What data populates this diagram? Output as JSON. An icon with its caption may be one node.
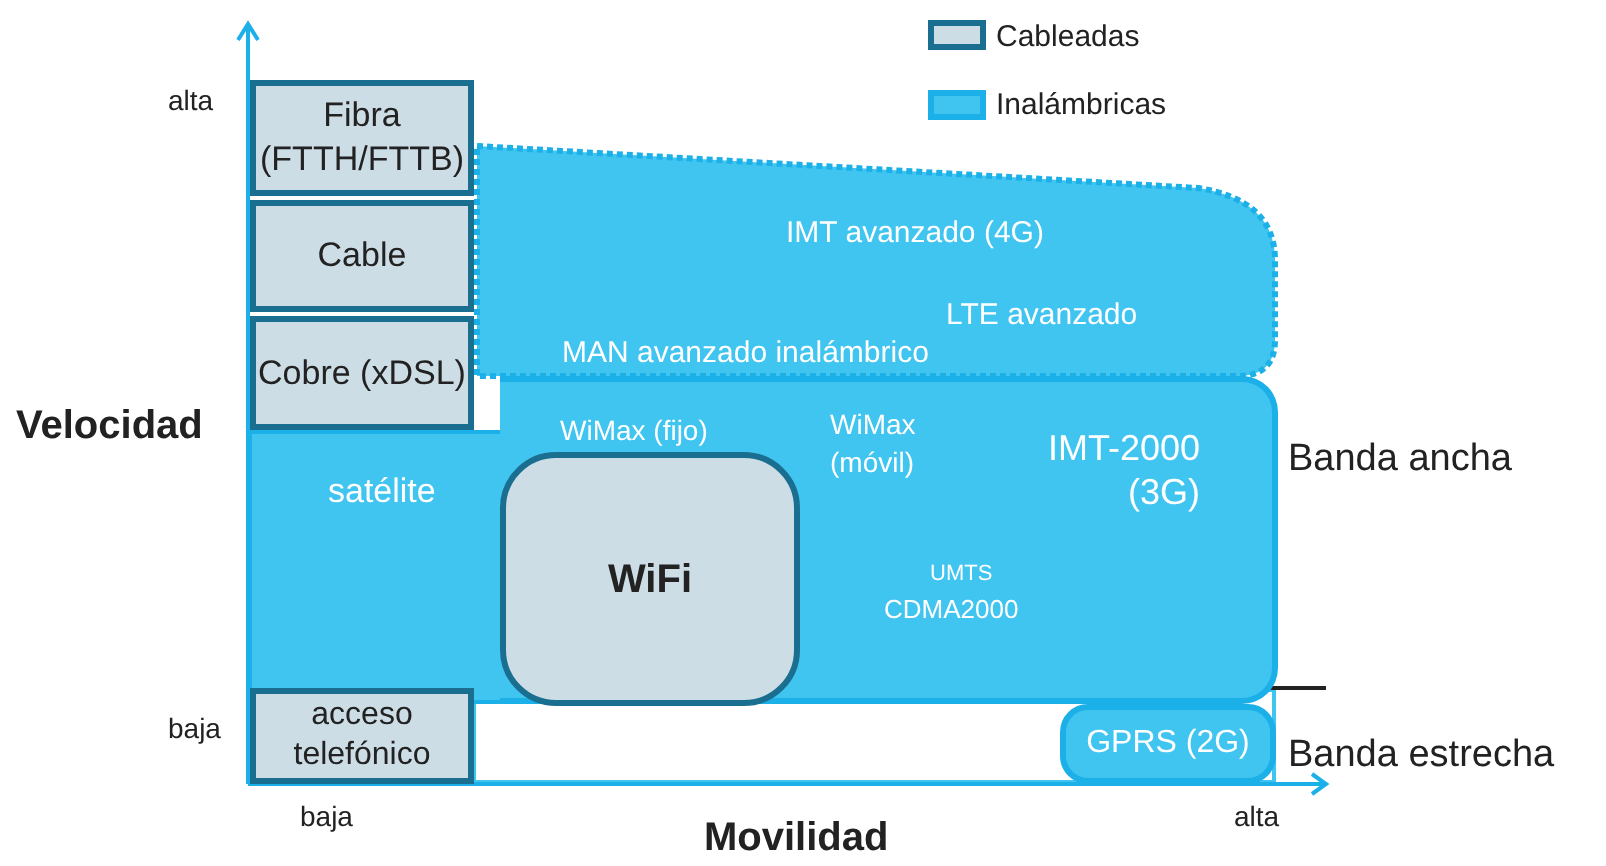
{
  "diagram": {
    "nodes": [
      {
        "text": [
          "Fibra",
          "(FTTH/FTTB)"
        ]
      },
      {
        "text": [
          "Cable"
        ]
      },
      {
        "text": [
          "Cobre (xDSL)"
        ]
      },
      {
        "text": [
          "acceso telefónico"
        ]
      },
      {
        "text": [
          "satélite"
        ]
      },
      {
        "text": [
          "IMT avanzado (4G)",
          "LTE avanzado",
          "MAN avanzado inalámbrico"
        ]
      },
      {
        "text": [
          "WiMax (fijo)",
          "WiMax (móvil)",
          "IMT-2000 (3G)",
          "UMTS",
          "CDMA2000"
        ]
      },
      {
        "text": [
          "WiFi"
        ],
        "in": 6
      },
      {
        "text": [
          "GPRS (2G)"
        ]
      }
    ],
    "labels": [
      "alta",
      "Velocidad",
      "Banda ancha",
      "baja",
      "Banda estrecha",
      "baja",
      "Movilidad",
      "alta"
    ],
    "legend": [
      {
        "text": "Cableadas",
        "color": "#cddde6"
      },
      {
        "text": "Inalámbricas",
        "color": "#40c4f0"
      }
    ]
  }
}
